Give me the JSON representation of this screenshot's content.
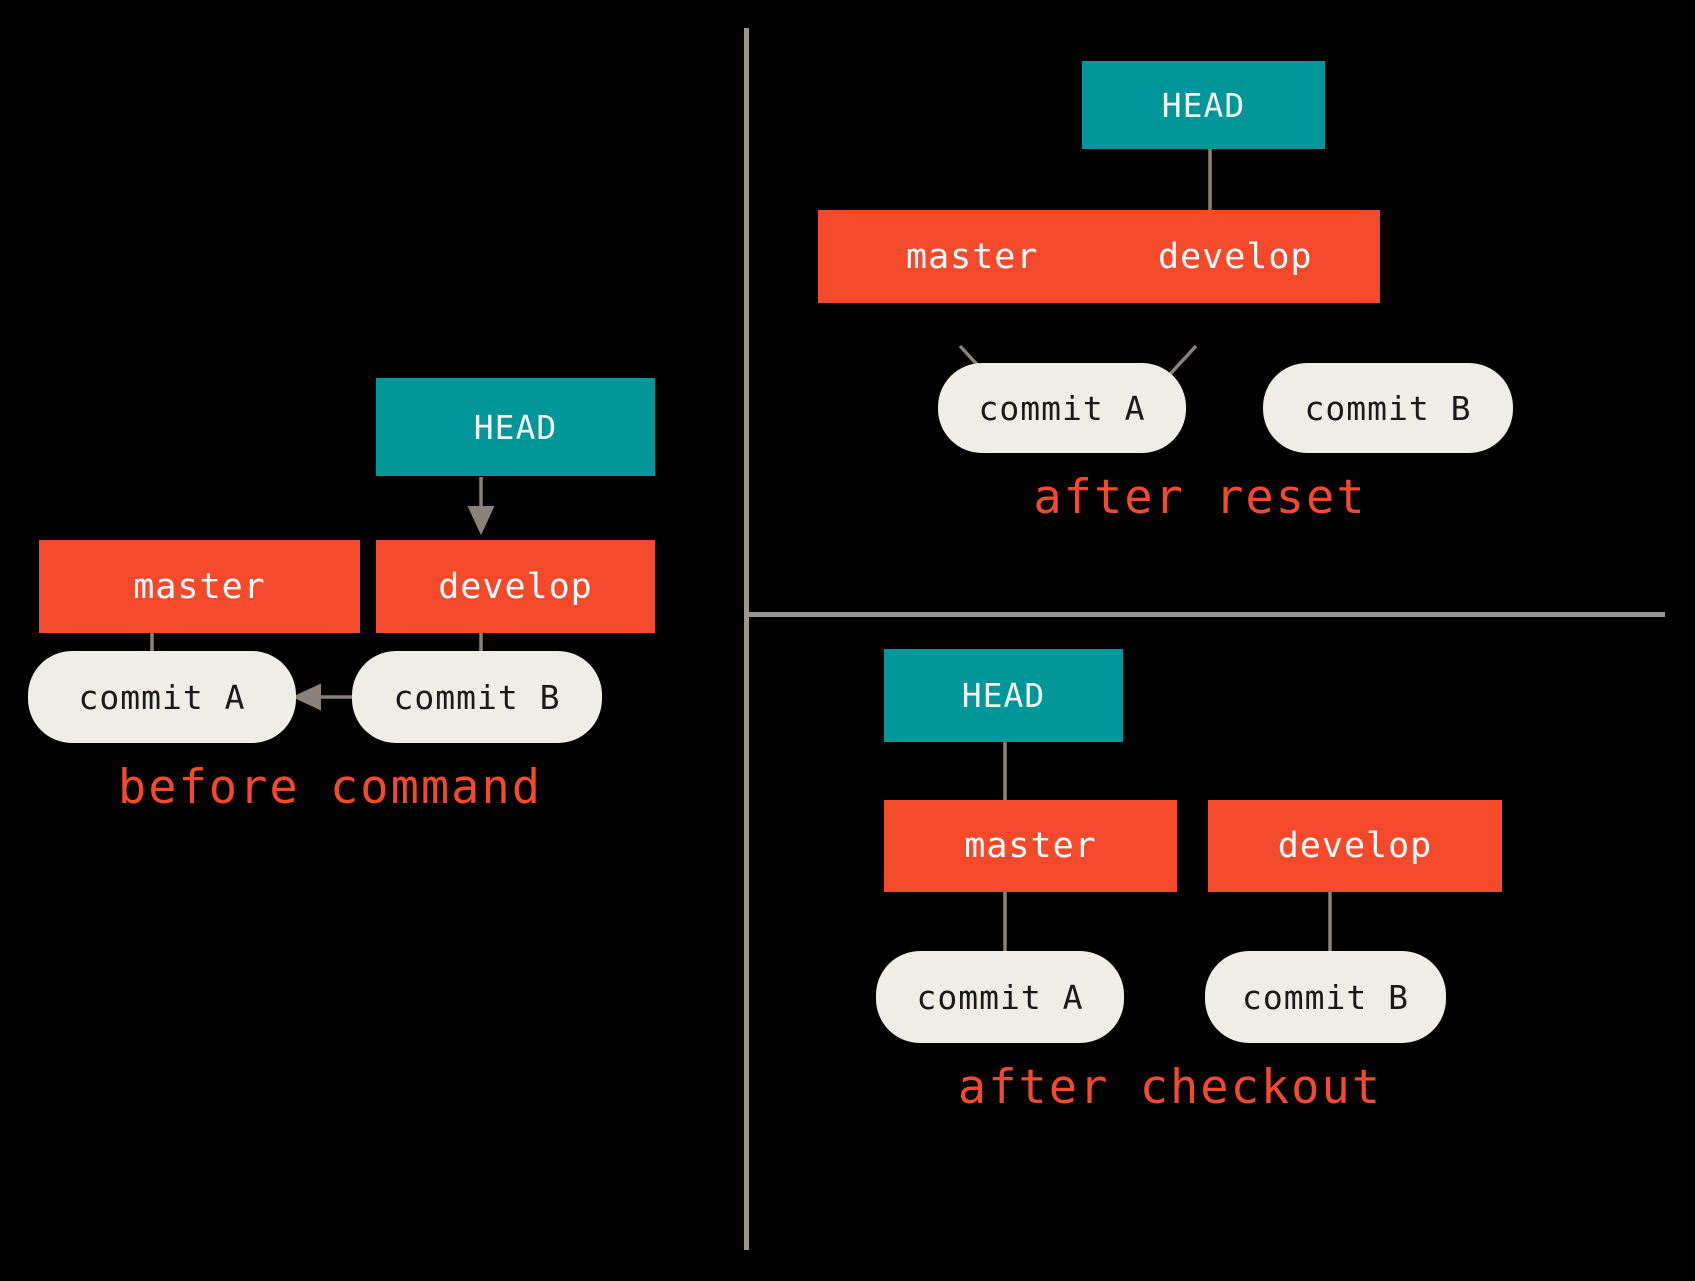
{
  "figure": {
    "background_color": "#000000",
    "colors": {
      "head": "#019699",
      "branch": "#f4492b",
      "commit": "#eeeee6",
      "arrow": "#8a8279",
      "divider": "#9c958d",
      "caption": "#f4492b"
    }
  },
  "panels": {
    "before": {
      "caption": "before command",
      "head_label": "HEAD",
      "branches": [
        {
          "label": "master"
        },
        {
          "label": "develop"
        }
      ],
      "commits": [
        {
          "label": "commit A"
        },
        {
          "label": "commit B"
        }
      ]
    },
    "after_reset": {
      "caption": "after reset",
      "head_label": "HEAD",
      "branches": [
        {
          "label": "master"
        },
        {
          "label": "develop"
        }
      ],
      "commits": [
        {
          "label": "commit A"
        },
        {
          "label": "commit B"
        }
      ]
    },
    "after_checkout": {
      "caption": "after checkout",
      "head_label": "HEAD",
      "branches": [
        {
          "label": "master"
        },
        {
          "label": "develop"
        }
      ],
      "commits": [
        {
          "label": "commit A"
        },
        {
          "label": "commit B"
        }
      ]
    }
  }
}
